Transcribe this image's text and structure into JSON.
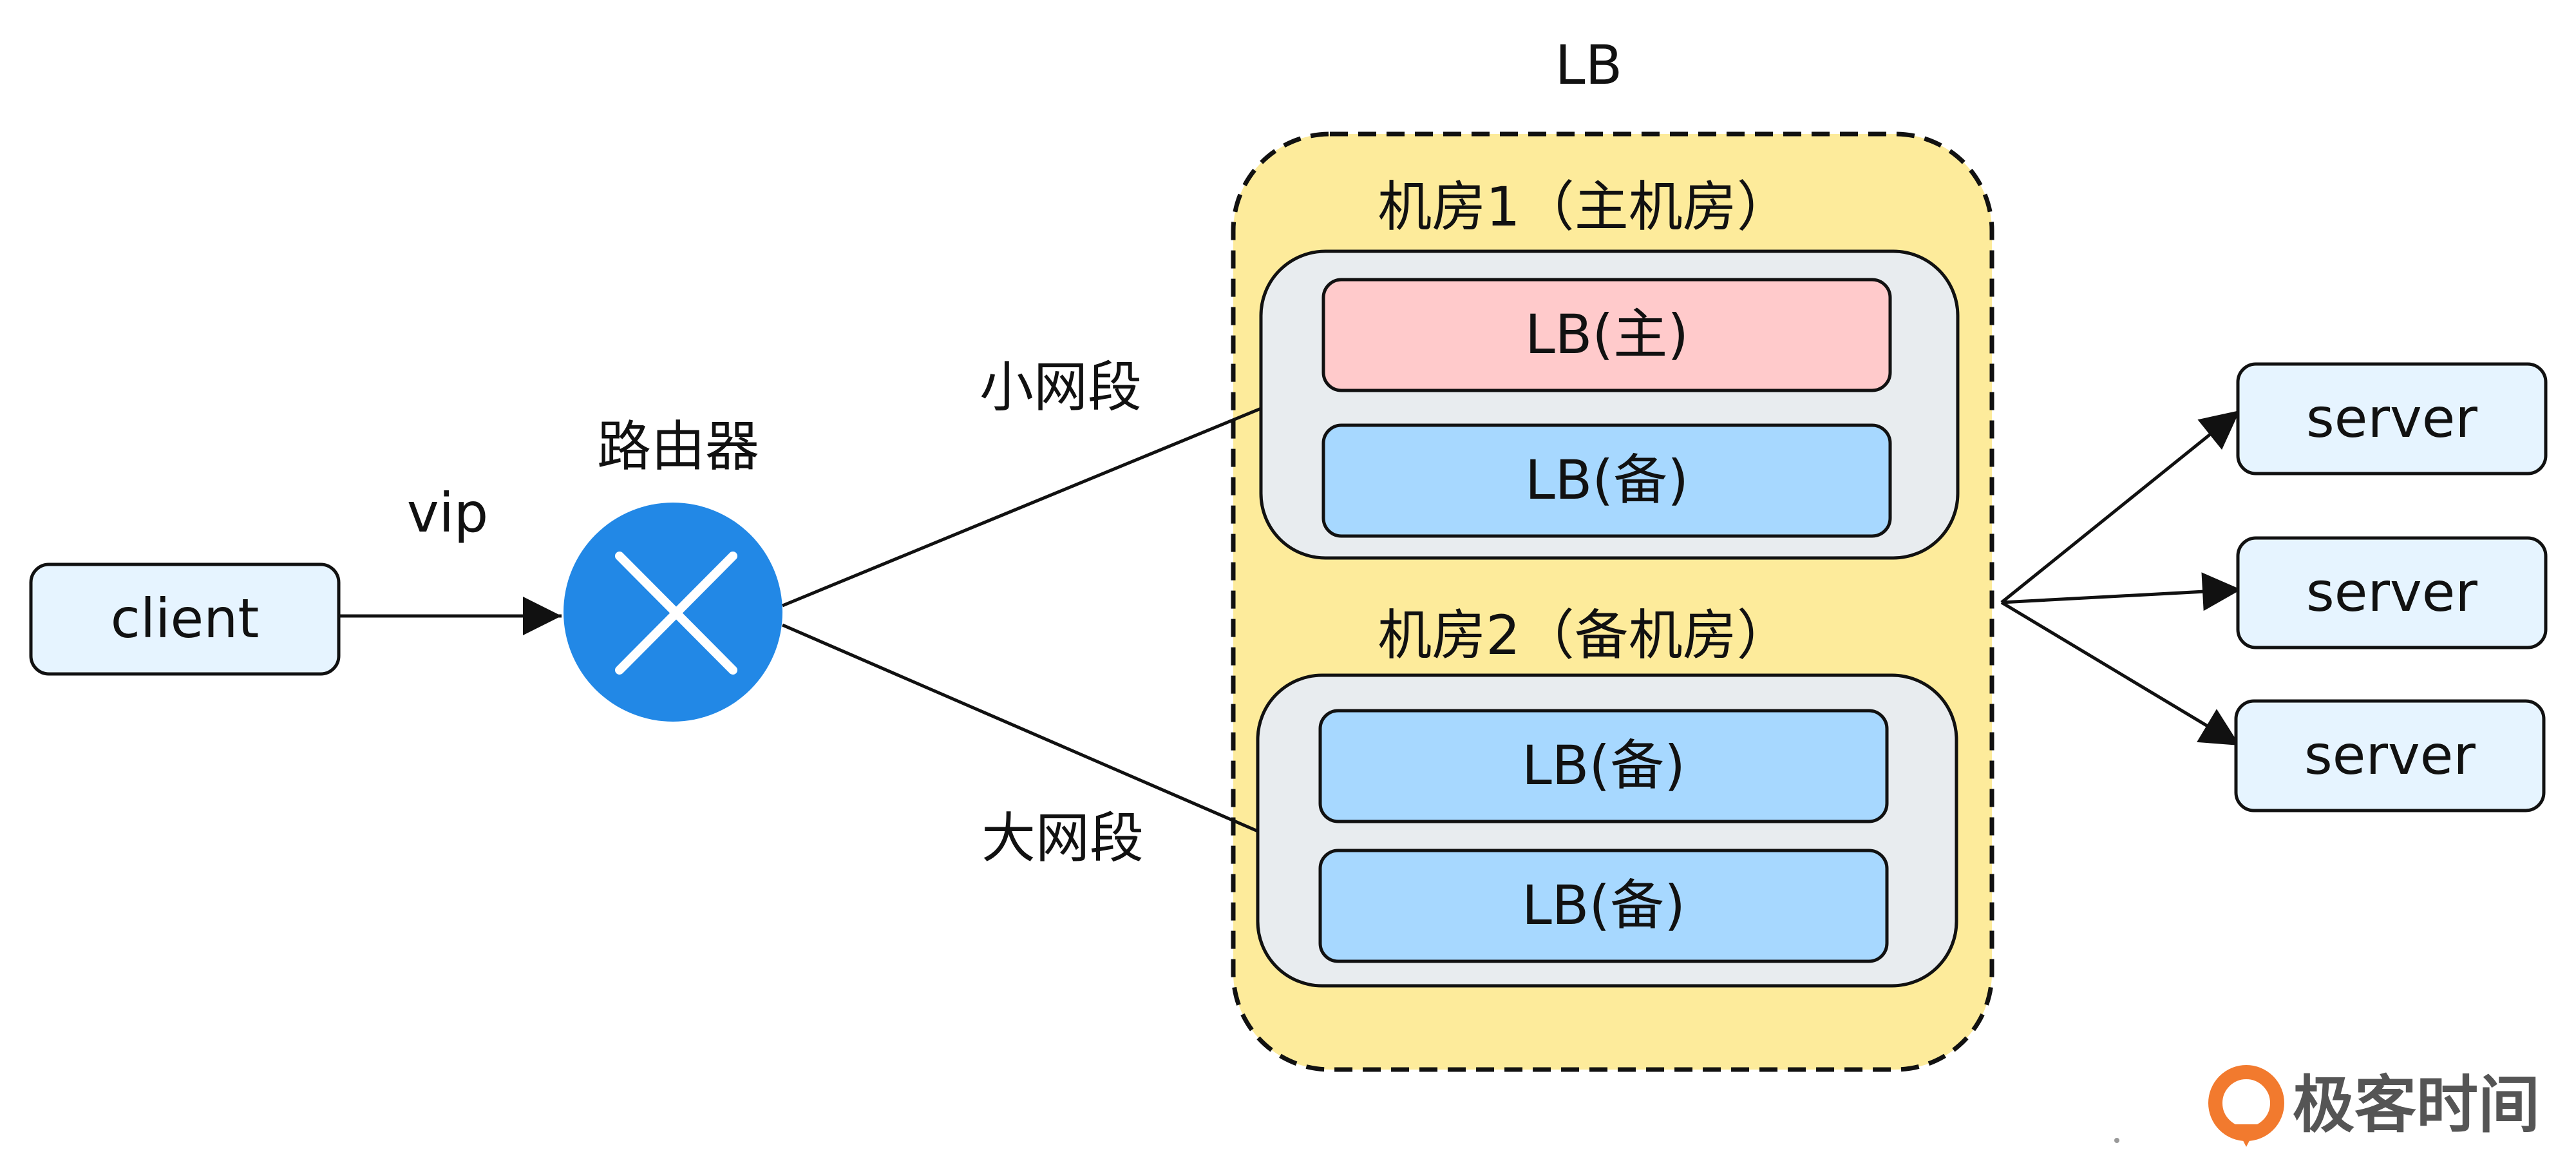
{
  "diagram": {
    "lb_title": "LB",
    "client_label": "client",
    "vip_label": "vip",
    "router_label": "路由器",
    "small_segment_label": "小网段",
    "large_segment_label": "大网段",
    "room1": {
      "title": "机房1（主机房）",
      "lb_primary": "LB(主)",
      "lb_standby": "LB(备)"
    },
    "room2": {
      "title": "机房2（备机房）",
      "lb_standby_a": "LB(备)",
      "lb_standby_b": "LB(备)"
    },
    "servers": [
      "server",
      "server",
      "server"
    ]
  },
  "watermark": {
    "text": "极客时间"
  },
  "colors": {
    "lb_outer_fill": "#FDEB9B",
    "room_fill": "#E8ECEF",
    "lb_primary_fill": "#FFCACB",
    "lb_standby_fill": "#A7D8FF",
    "client_server_fill": "#E6F4FF",
    "router_fill": "#2288E6",
    "watermark_orange": "#F27A2E"
  }
}
